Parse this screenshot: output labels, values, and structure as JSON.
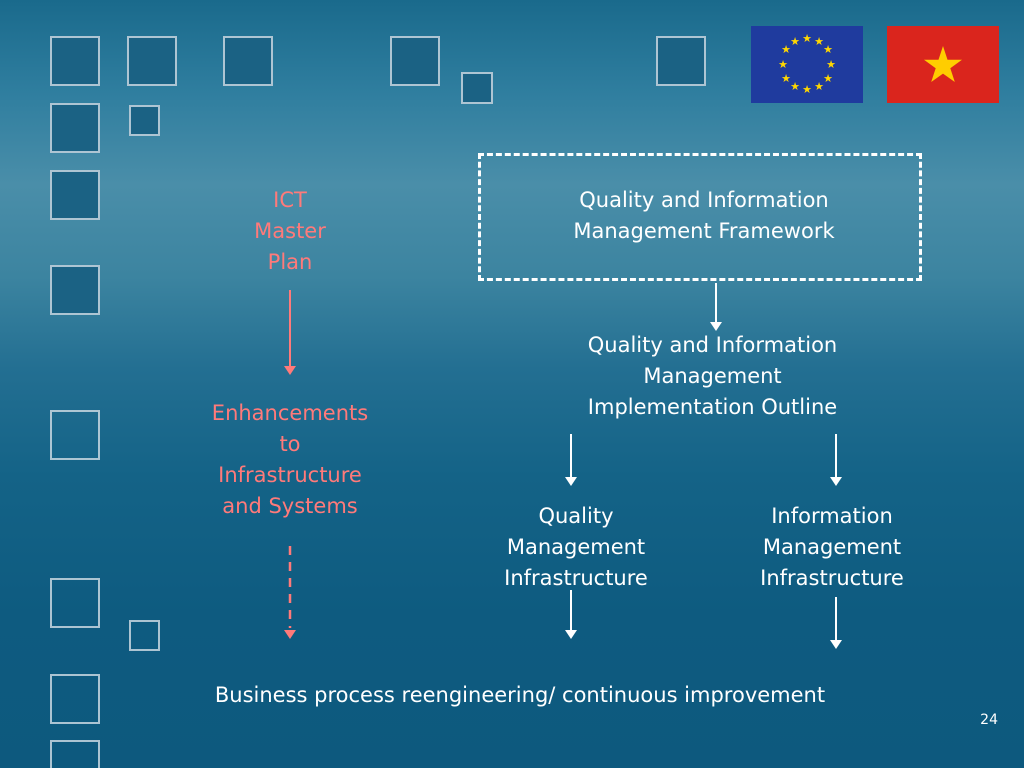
{
  "slide": {
    "ict_plan": [
      "ICT",
      "Master",
      "Plan"
    ],
    "enhancements": [
      "Enhancements",
      "to",
      "Infrastructure",
      "and Systems"
    ],
    "framework": [
      "Quality and Information",
      "Management Framework"
    ],
    "outline": [
      "Quality and Information",
      "Management",
      "Implementation Outline"
    ],
    "quality_infra": [
      "Quality",
      "Management",
      "Infrastructure"
    ],
    "info_infra": [
      "Information",
      "Management",
      "Infrastructure"
    ],
    "bottom_text": "Business process reengineering/ continuous improvement",
    "page_number": "24"
  },
  "colors": {
    "text": "#ffffff",
    "accent_pink": "#ff7a7a",
    "eu_blue": "#1f3b9e",
    "eu_star": "#ffd700",
    "vn_red": "#da251d",
    "vn_star": "#ffcd00"
  },
  "icons": [
    "eu-flag-icon",
    "vietnam-flag-icon"
  ]
}
